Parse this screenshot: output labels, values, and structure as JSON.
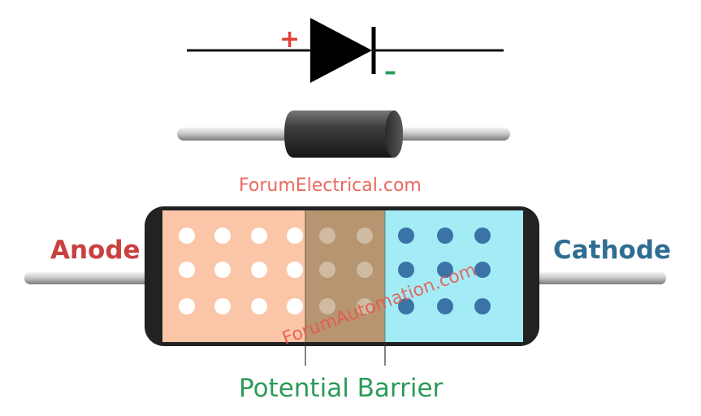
{
  "symbol": {
    "anode_sign": "+",
    "cathode_sign": "–"
  },
  "watermarks": {
    "top": "ForumElectrical.com",
    "diagonal": "ForumAutomation.com"
  },
  "labels": {
    "anode": "Anode",
    "cathode": "Cathode",
    "barrier": "Potential Barrier"
  },
  "regions": {
    "p_region_holes": 12,
    "depletion_holes": 6,
    "n_region_electrons": 9
  },
  "colors": {
    "anode_text": "#c9413f",
    "cathode_text": "#2f6e93",
    "barrier_text": "#2c9a58",
    "plus_sign": "#e0403a",
    "minus_sign": "#2a9a55",
    "p_region": "#fbc6a8",
    "depletion_region": "#b69570",
    "n_region": "#a4ecf5",
    "hole_dot": "#ffffff",
    "electron_dot": "#3a73a6"
  }
}
